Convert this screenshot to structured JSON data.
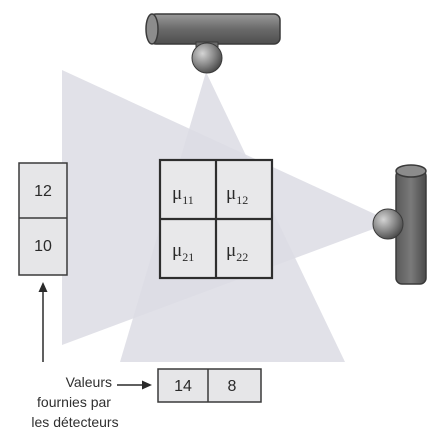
{
  "matrix": {
    "cells": [
      {
        "mu": "μ",
        "sub": "11"
      },
      {
        "mu": "μ",
        "sub": "12"
      },
      {
        "mu": "μ",
        "sub": "21"
      },
      {
        "mu": "μ",
        "sub": "22"
      }
    ]
  },
  "left_detector": {
    "values": [
      "12",
      "10"
    ]
  },
  "bottom_detector": {
    "values": [
      "14",
      "8"
    ]
  },
  "caption": {
    "arrow_label": "Valeurs",
    "line2": "fournies par",
    "line3": "les détecteurs"
  },
  "colors": {
    "beam": "#dcdce4",
    "box_fill": "#e6e6e8",
    "source_body": "#6e6e6e",
    "border": "#3c3c3c"
  }
}
